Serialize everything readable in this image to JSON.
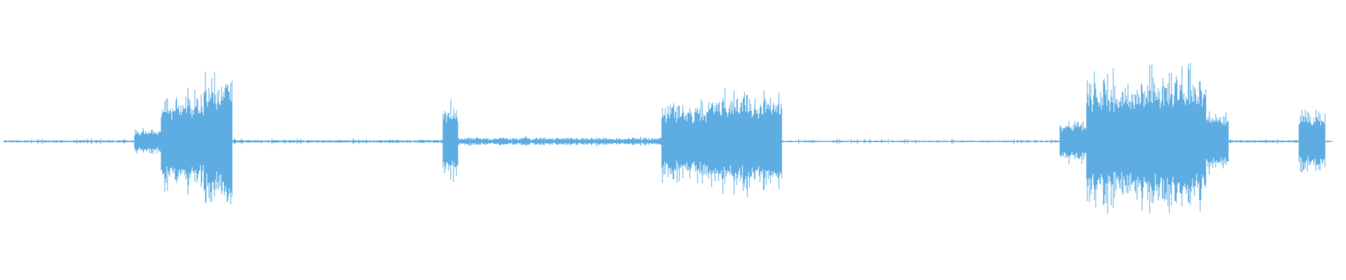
{
  "waveform": {
    "color": "#5DADE2",
    "background": "#ffffff",
    "amplitude_scale": 1.0,
    "baseline_noise": 0.008,
    "segments": [
      {
        "start": 0.0,
        "end": 0.098,
        "amplitude": 0.01
      },
      {
        "start": 0.098,
        "end": 0.118,
        "amplitude": 0.12
      },
      {
        "start": 0.118,
        "end": 0.15,
        "amplitude": 0.45
      },
      {
        "start": 0.15,
        "end": 0.172,
        "amplitude": 0.62
      },
      {
        "start": 0.172,
        "end": 0.33,
        "amplitude": 0.012
      },
      {
        "start": 0.33,
        "end": 0.342,
        "amplitude": 0.36
      },
      {
        "start": 0.342,
        "end": 0.495,
        "amplitude": 0.03
      },
      {
        "start": 0.495,
        "end": 0.53,
        "amplitude": 0.36
      },
      {
        "start": 0.53,
        "end": 0.56,
        "amplitude": 0.48
      },
      {
        "start": 0.56,
        "end": 0.586,
        "amplitude": 0.46
      },
      {
        "start": 0.586,
        "end": 0.795,
        "amplitude": 0.008
      },
      {
        "start": 0.795,
        "end": 0.815,
        "amplitude": 0.2
      },
      {
        "start": 0.815,
        "end": 0.86,
        "amplitude": 0.6
      },
      {
        "start": 0.86,
        "end": 0.905,
        "amplitude": 0.66
      },
      {
        "start": 0.905,
        "end": 0.922,
        "amplitude": 0.3
      },
      {
        "start": 0.922,
        "end": 0.975,
        "amplitude": 0.01
      },
      {
        "start": 0.975,
        "end": 0.995,
        "amplitude": 0.28
      }
    ]
  }
}
